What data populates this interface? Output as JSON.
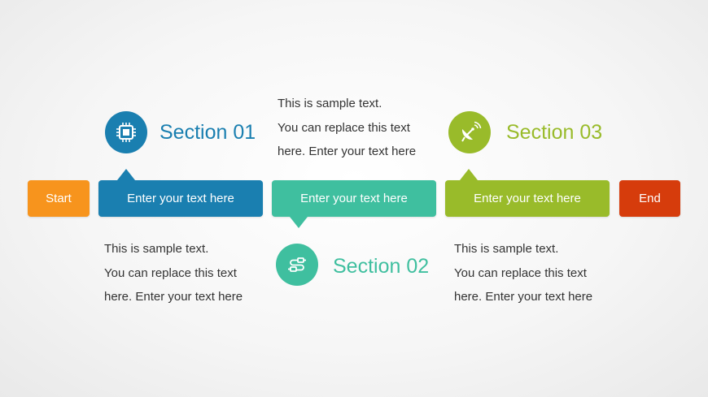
{
  "colors": {
    "start": "#f7941d",
    "section01": "#1a7fb0",
    "section02": "#3fbf9f",
    "section03": "#99bb2a",
    "end": "#d63c0c",
    "text": "#333333"
  },
  "start_label": "Start",
  "end_label": "End",
  "sections": [
    {
      "title": "Section 01",
      "icon": "chip-icon",
      "box_text": "Enter your text here",
      "paragraph": [
        "This is sample text.",
        "You can replace this text",
        "here. Enter your text here"
      ]
    },
    {
      "title": "Section 02",
      "icon": "cable-icon",
      "box_text": "Enter your text here",
      "paragraph": [
        "This is sample text.",
        "You can replace this text",
        "here. Enter your text here"
      ]
    },
    {
      "title": "Section 03",
      "icon": "satellite-dish-icon",
      "box_text": "Enter your text here",
      "paragraph": [
        "This is sample text.",
        "You can replace this text",
        "here. Enter your text here"
      ]
    }
  ]
}
